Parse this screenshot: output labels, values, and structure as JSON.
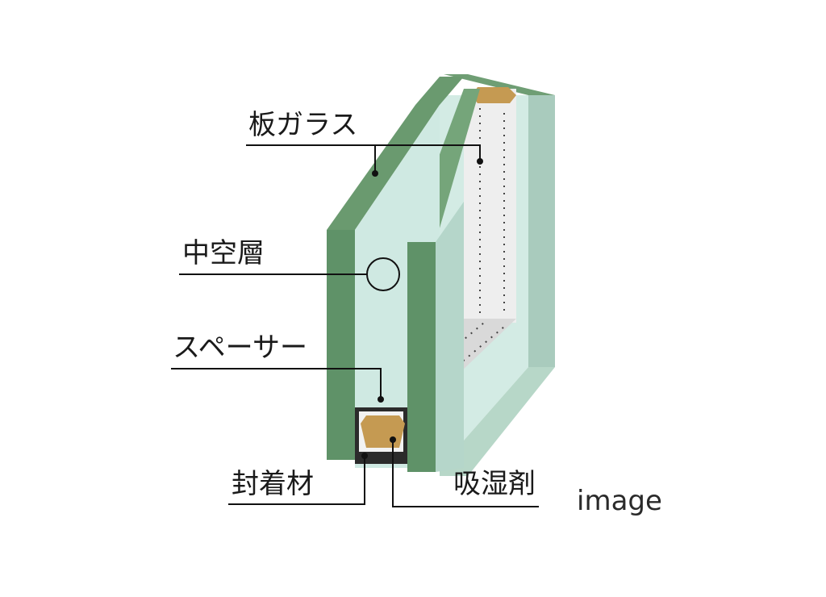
{
  "labels": {
    "plate_glass": "板ガラス",
    "air_layer": "中空層",
    "spacer": "スペーサー",
    "sealant": "封着材",
    "desiccant": "吸湿剤"
  },
  "caption": "image",
  "colors": {
    "glass_edge": "#5f9268",
    "glass_face": "#cfe8e2",
    "glass_side": "#9fc7b7",
    "spacer": "#f0f0f0",
    "desiccant": "#c59a52",
    "sealant": "#2b2b2b",
    "leader_line": "#111111"
  }
}
